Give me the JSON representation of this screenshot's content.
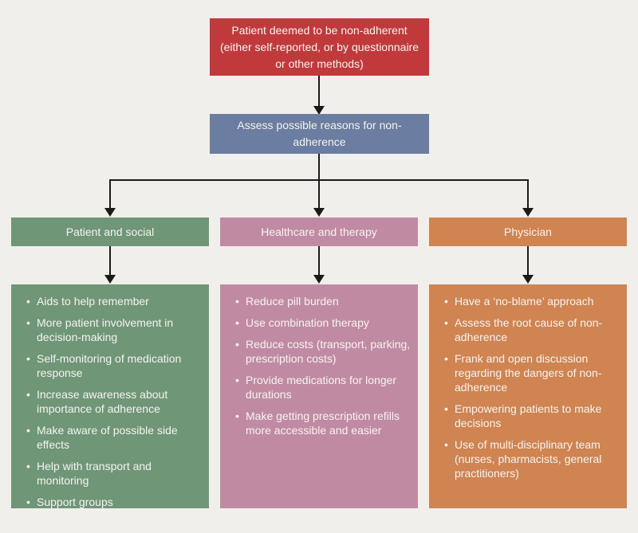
{
  "palette": {
    "bg": "#f0efeb",
    "red": "#c03a3c",
    "blue": "#6b7da0",
    "green": "#6f9677",
    "pink": "#c08ba2",
    "orange": "#cf8451",
    "arrow": "#1a1a1a",
    "text-light": "#f5f3f0"
  },
  "flowchart": {
    "start": {
      "label": "Patient deemed to be non-adherent (either self-reported, or by questionnaire or other methods)"
    },
    "assess": {
      "label": "Assess possible reasons for non-adherence"
    },
    "branches": [
      {
        "title": "Patient and social",
        "items": [
          "Aids to help remember",
          "More patient involvement in decision-making",
          "Self-monitoring of medication response",
          "Increase awareness about importance of adherence",
          "Make aware of possible side effects",
          "Help with transport and monitoring",
          "Support groups"
        ]
      },
      {
        "title": "Healthcare and therapy",
        "items": [
          "Reduce pill burden",
          "Use combination therapy",
          "Reduce costs (transport, parking, prescription costs)",
          "Provide medications for longer durations",
          "Make getting prescription refills more accessible and easier"
        ]
      },
      {
        "title": "Physician",
        "items": [
          "Have a ‘no-blame’ approach",
          "Assess the root cause of non-adherence",
          "Frank and open discussion regarding the dangers of non-adherence",
          "Empowering patients to make decisions",
          "Use of multi-disciplinary team (nurses, pharmacists, general practitioners)"
        ]
      }
    ]
  }
}
